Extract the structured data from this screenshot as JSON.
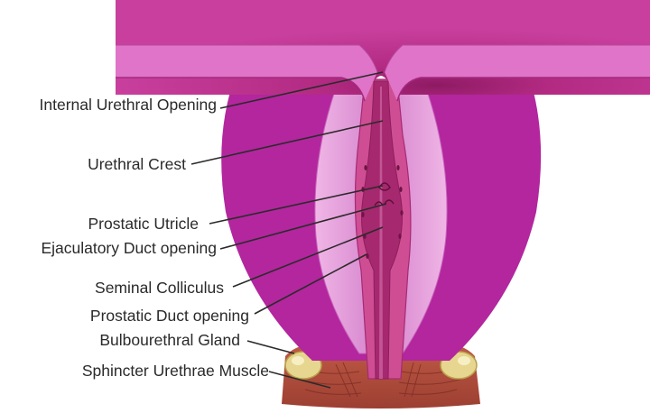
{
  "labels": [
    {
      "id": "internal-urethral-opening",
      "text": "Internal Urethral Opening"
    },
    {
      "id": "urethral-crest",
      "text": "Urethral Crest"
    },
    {
      "id": "prostatic-utricle",
      "text": "Prostatic Utricle"
    },
    {
      "id": "ejaculatory-duct-opening",
      "text": "Ejaculatory Duct opening"
    },
    {
      "id": "seminal-colliculus",
      "text": "Seminal Colliculus"
    },
    {
      "id": "prostatic-duct-opening",
      "text": "Prostatic Duct opening"
    },
    {
      "id": "bulbourethral-gland",
      "text": "Bulbourethral Gland"
    },
    {
      "id": "sphincter-urethrae-muscle",
      "text": "Sphincter Urethrae Muscle"
    }
  ],
  "colors": {
    "bladder": "#c2389a",
    "bladder_band": "#d96bc4",
    "prostate": "#b0249c",
    "prostate_light": "#e6a4dc",
    "urethra": "#c23d8e",
    "lumen": "#a8256f",
    "muscle": "#b5503f",
    "gland": "#e3d48a",
    "leader": "#2b2b2b",
    "text": "#2a2a2a"
  }
}
